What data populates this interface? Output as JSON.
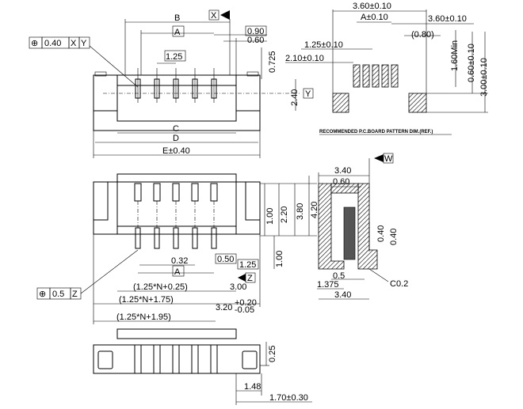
{
  "top_view": {
    "dim_b": "B",
    "dim_a": "A",
    "dim_090": "0.90",
    "dim_060": "0.60",
    "dim_125": "1.25",
    "dim_0725": "0.725",
    "dim_240": "2.40",
    "dim_c": "C",
    "dim_d": "D",
    "dim_e": "E±0.40",
    "datum_x": "X",
    "datum_y": "Y",
    "tolerance_symbol": "⊕",
    "tolerance_value": "0.40",
    "tolerance_ref1": "X",
    "tolerance_ref2": "Y"
  },
  "pattern": {
    "dim_360a": "3.60±0.10",
    "dim_a": "A±0.10",
    "dim_360b": "3.60±0.10",
    "dim_080": "(0.80)",
    "dim_125": "1.25±0.10",
    "dim_210": "2.10±0.10",
    "dim_160": "1.60Min",
    "dim_060": "0.60±0.10",
    "dim_300": "3.00±0.10",
    "caption": "RECOMMENDED P.C.BOARD PATTERN DIM.(REF.)"
  },
  "front_view": {
    "dim_100": "1.00",
    "dim_220": "2.20",
    "dim_380": "3.80",
    "dim_420": "4.20",
    "dim_032": "0.32",
    "dim_050": "0.50",
    "dim_125": "1.25",
    "dim_a": "A",
    "dim_100b": "1.00",
    "dim_z": "Z",
    "dim_n025": "(1.25*N+0.25)",
    "dim_300": "3.00",
    "dim_n175": "(1.25*N+1.75)",
    "dim_320": "3.20",
    "dim_320_tol_up": "+0.20",
    "dim_320_tol_dn": "-0.05",
    "dim_n195": "(1.25*N+1.95)",
    "tol_symbol": "⊕",
    "tol_value": "0.5",
    "tol_ref": "Z"
  },
  "side_view": {
    "dim_340": "3.40",
    "dim_060": "0.60",
    "datum_w": "W",
    "dim_040a": "0.40",
    "dim_040b": "0.40",
    "dim_05": "0.5",
    "dim_1375": "1.375",
    "dim_340b": "3.40",
    "dim_c02": "C0.2"
  },
  "bottom_view": {
    "dim_025": "0.25",
    "dim_148": "1.48",
    "dim_170": "1.70±0.30"
  }
}
